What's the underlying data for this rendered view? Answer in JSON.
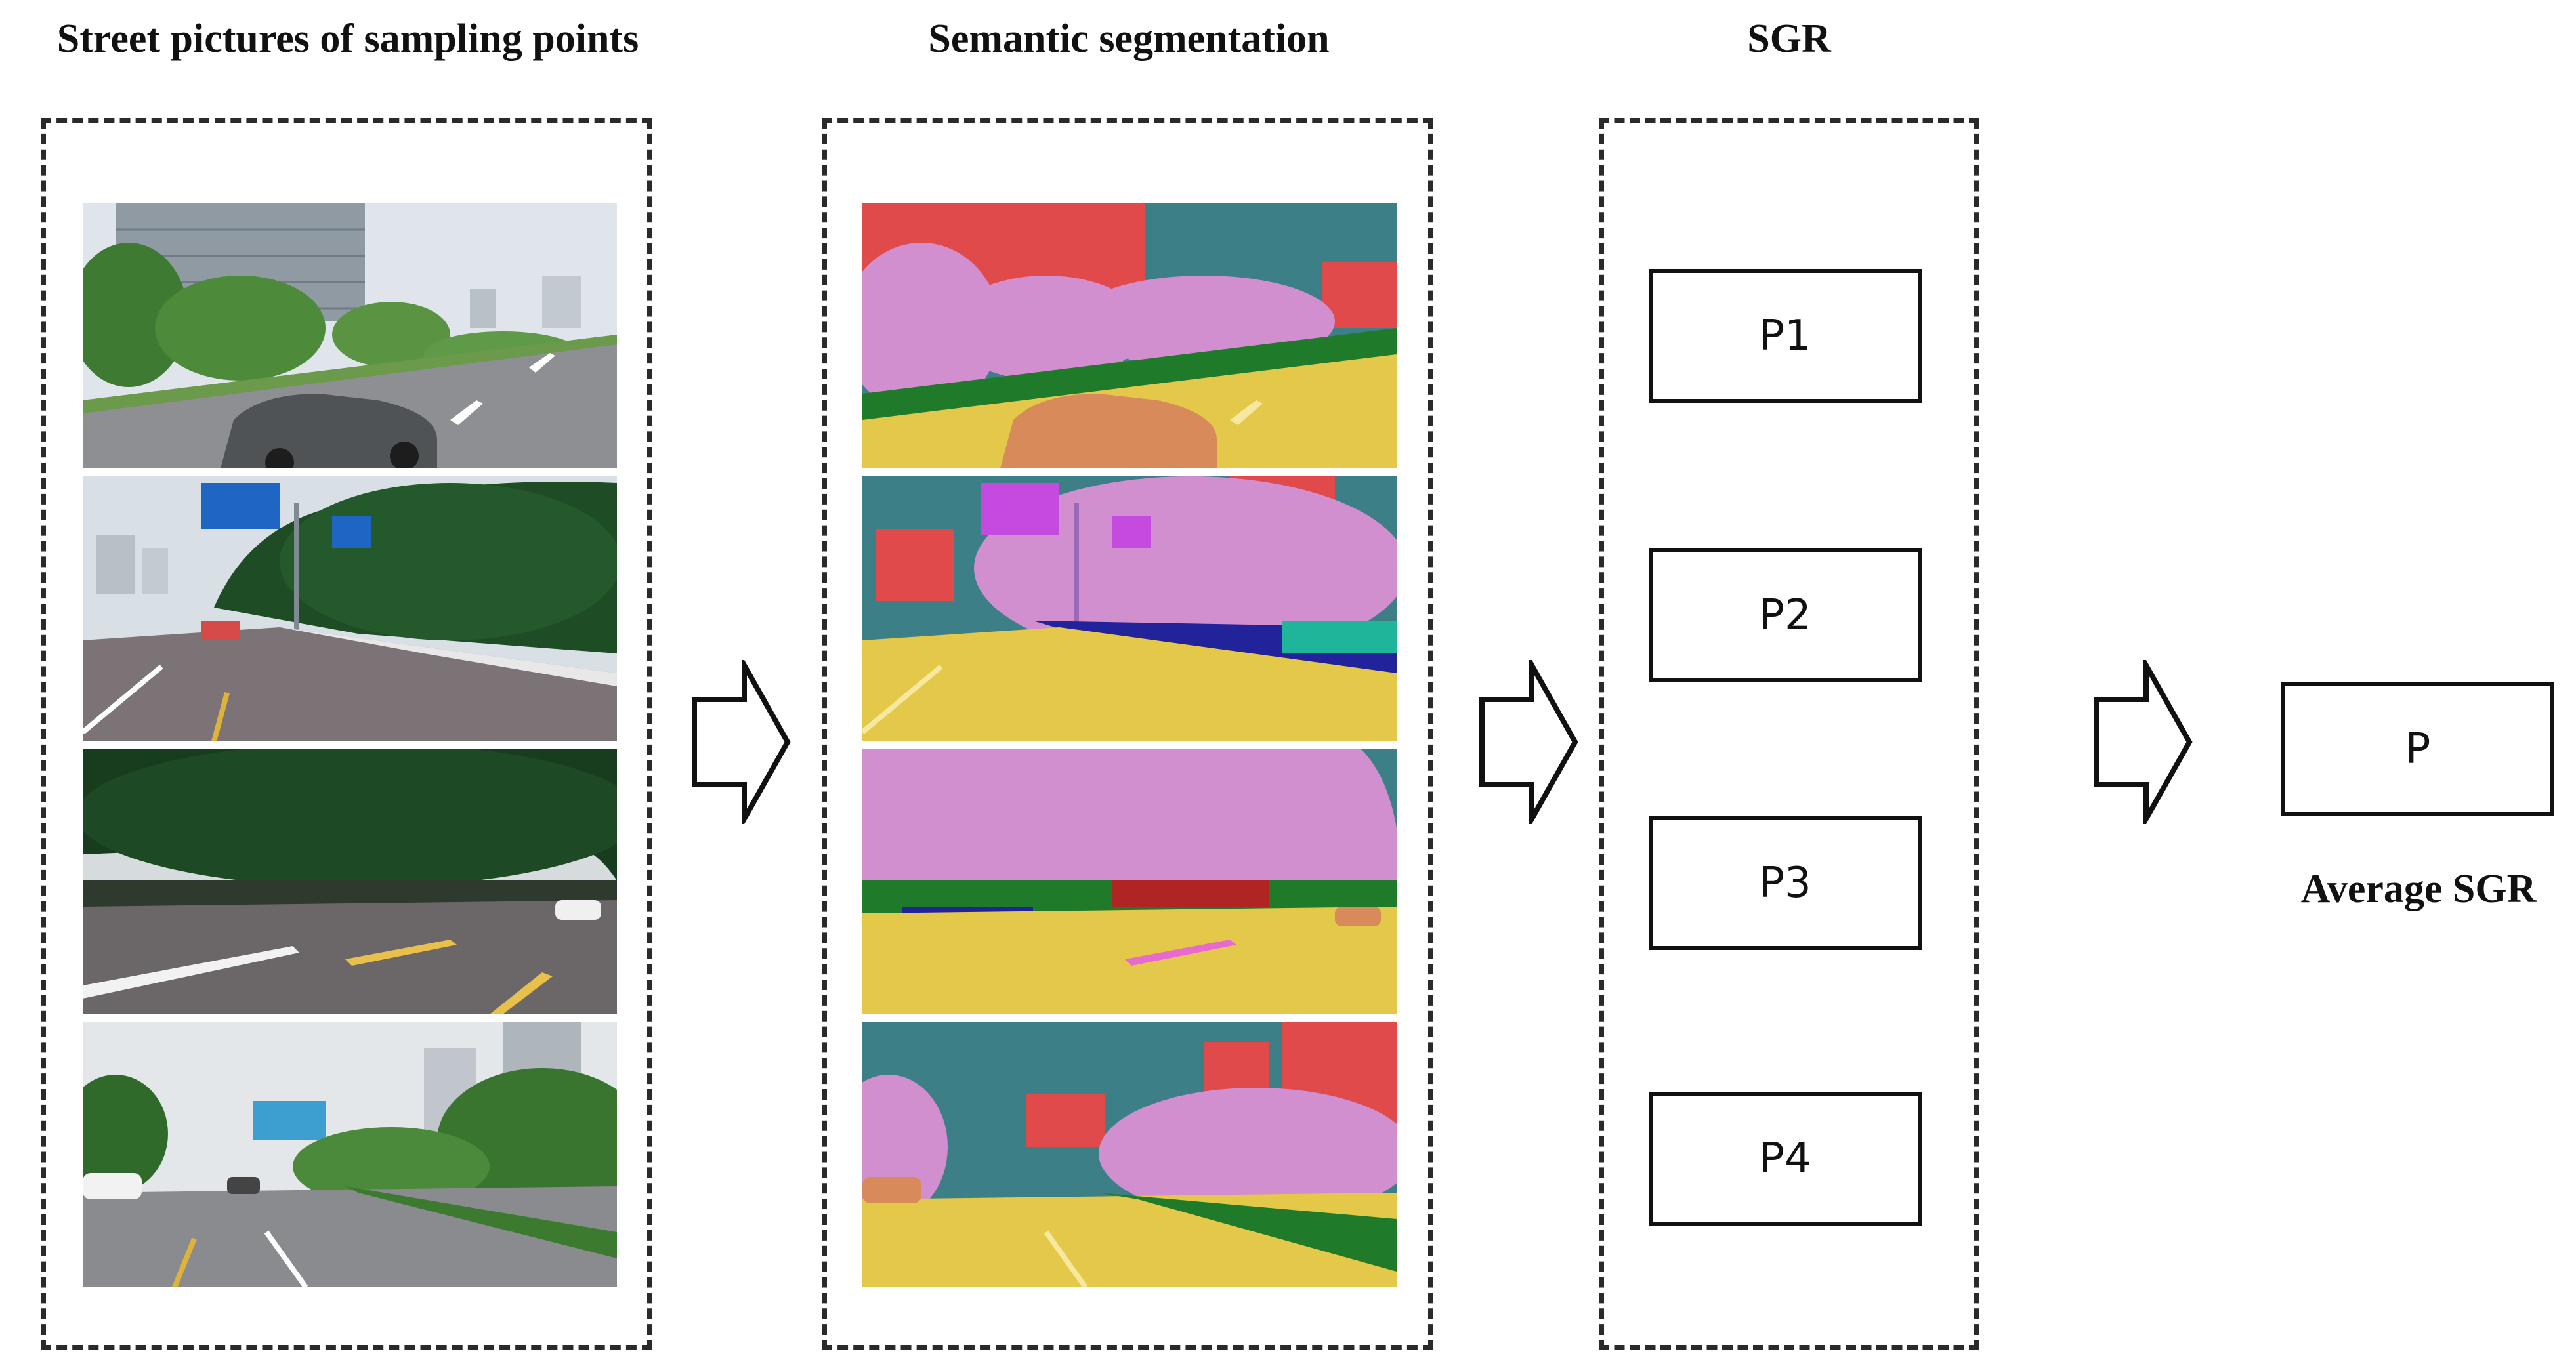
{
  "columns": {
    "street": {
      "title": "Street pictures of sampling points"
    },
    "segmentation": {
      "title": "Semantic segmentation"
    },
    "sgr": {
      "title": "SGR"
    }
  },
  "sgr_boxes": [
    "P1",
    "P2",
    "P3",
    "P4"
  ],
  "result": {
    "label": "P",
    "caption": "Average SGR"
  },
  "colors": {
    "sky_seg": "#3d7f86",
    "building_seg": "#e04a4a",
    "tree_seg": "#d28fd0",
    "grass_seg": "#1f7a2a",
    "road_seg": "#e3c84a",
    "car_seg": "#d98a5a"
  }
}
